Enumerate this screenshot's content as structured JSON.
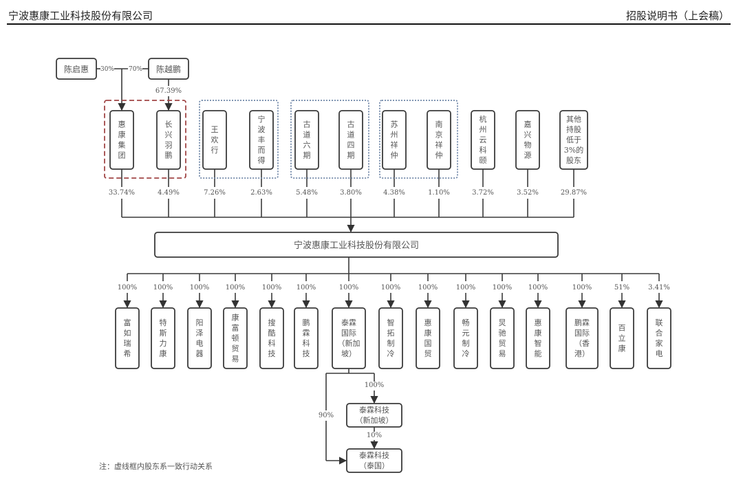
{
  "header": {
    "company": "宁波惠康工业科技股份有限公司",
    "doc_type": "招股说明书（上会稿）"
  },
  "controllers": [
    {
      "name": "陈启惠",
      "pct": "30%"
    },
    {
      "name": "陈越鹏",
      "pct": "70%"
    }
  ],
  "controller_to_yupeng_pct": "67.39%",
  "shareholders": [
    {
      "name": "惠康集团",
      "pct": "33.74%",
      "group": "A"
    },
    {
      "name": "长兴羽鹏",
      "pct": "4.49%",
      "group": "A"
    },
    {
      "name": "王欢行",
      "pct": "7.26%",
      "group": "B"
    },
    {
      "name": "宁波丰而得",
      "pct": "2.63%",
      "group": "B"
    },
    {
      "name": "古道六期",
      "pct": "5.48%",
      "group": "C"
    },
    {
      "name": "古道四期",
      "pct": "3.80%",
      "group": "C"
    },
    {
      "name": "苏州祥仲",
      "pct": "4.38%",
      "group": "D"
    },
    {
      "name": "南京祥仲",
      "pct": "1.10%",
      "group": "D"
    },
    {
      "name": "杭州云科颐",
      "pct": "3.72%",
      "group": ""
    },
    {
      "name": "嘉兴物源",
      "pct": "3.52%",
      "group": ""
    },
    {
      "name": "其他持股低于3%的股东",
      "pct": "29.87%",
      "group": ""
    }
  ],
  "company": {
    "name": "宁波惠康工业科技股份有限公司"
  },
  "subsidiaries": [
    {
      "name": "富如瑞希",
      "pct": "100%"
    },
    {
      "name": "特斯力康",
      "pct": "100%"
    },
    {
      "name": "阳泽电器",
      "pct": "100%"
    },
    {
      "name": "康富顿贸易",
      "pct": "100%"
    },
    {
      "name": "搜酷科技",
      "pct": "100%"
    },
    {
      "name": "鹏霖科技",
      "pct": "100%"
    },
    {
      "name": "泰霖国际（新加坡）",
      "pct": "100%"
    },
    {
      "name": "智拓制冷",
      "pct": "100%"
    },
    {
      "name": "惠康国贸",
      "pct": "100%"
    },
    {
      "name": "畅元制冷",
      "pct": "100%"
    },
    {
      "name": "炅驰贸易",
      "pct": "100%"
    },
    {
      "name": "惠康智能",
      "pct": "100%"
    },
    {
      "name": "鹏霖国际（香港）",
      "pct": "100%"
    },
    {
      "name": "百立康",
      "pct": "51%"
    },
    {
      "name": "联合家电",
      "pct": "3.41%"
    }
  ],
  "sub_subsidiaries": [
    {
      "name_line1": "泰霖科技",
      "name_line2": "（新加坡）",
      "pct": "100%"
    },
    {
      "name_line1": "泰霖科技",
      "name_line2": "（泰国）",
      "pct_from_sg": "10%",
      "pct_from_parent": "90%"
    }
  ],
  "note": "注：虚线框内股东系一致行动关系",
  "colors": {
    "line": "#3a3a3a",
    "group_red": "#a04646",
    "group_blue": "#6f86a8",
    "text": "#555555"
  }
}
